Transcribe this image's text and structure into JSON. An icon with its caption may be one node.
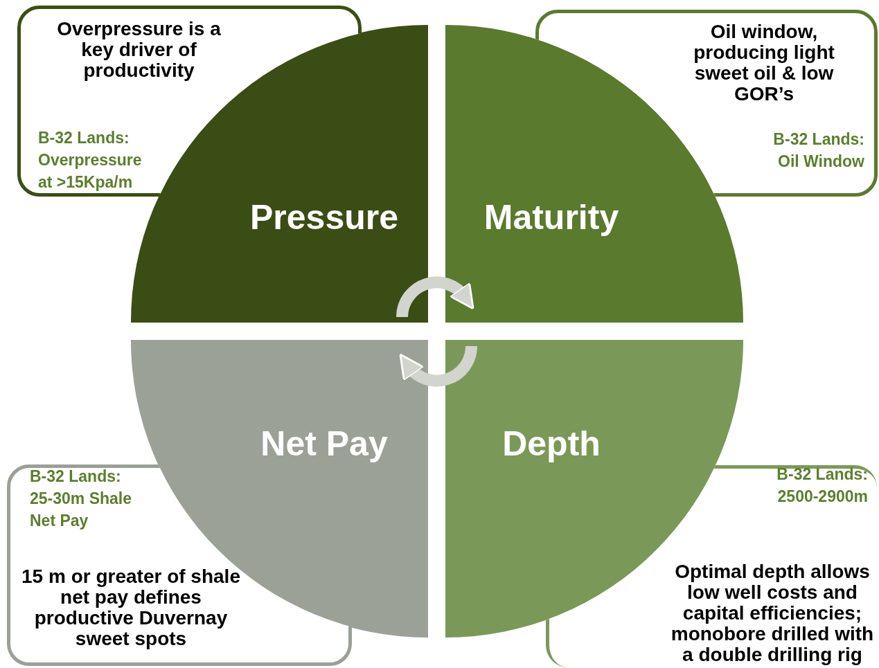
{
  "diagram": {
    "nodes": [
      {
        "text": [
          "Overpressure is a key driver of productivity",
          "B-32 Lands: Overpressure at >15Kpa/m"
        ]
      },
      {
        "text": [
          "Oil window, producing light sweet oil & low GOR’s",
          "B-32 Lands: Oil Window"
        ]
      },
      {
        "text": [
          "Pressure"
        ]
      },
      {
        "text": [
          "Maturity"
        ]
      },
      {
        "text": [
          "Net Pay"
        ]
      },
      {
        "text": [
          "Depth"
        ]
      },
      {
        "text": [
          "B-32 Lands: 25-30m Shale Net Pay",
          "15 m or greater of shale net pay defines productive Duvernay sweet spots"
        ]
      },
      {
        "text": [
          "B-32 Lands: 2500-2900m",
          "Optimal depth allows low well costs and capital efficiencies; monobore drilled with a double drilling rig"
        ]
      }
    ],
    "edges": [
      {
        "from": 2,
        "to": 3,
        "arrow": "to"
      },
      {
        "from": 5,
        "to": 4,
        "arrow": "to"
      }
    ]
  }
}
